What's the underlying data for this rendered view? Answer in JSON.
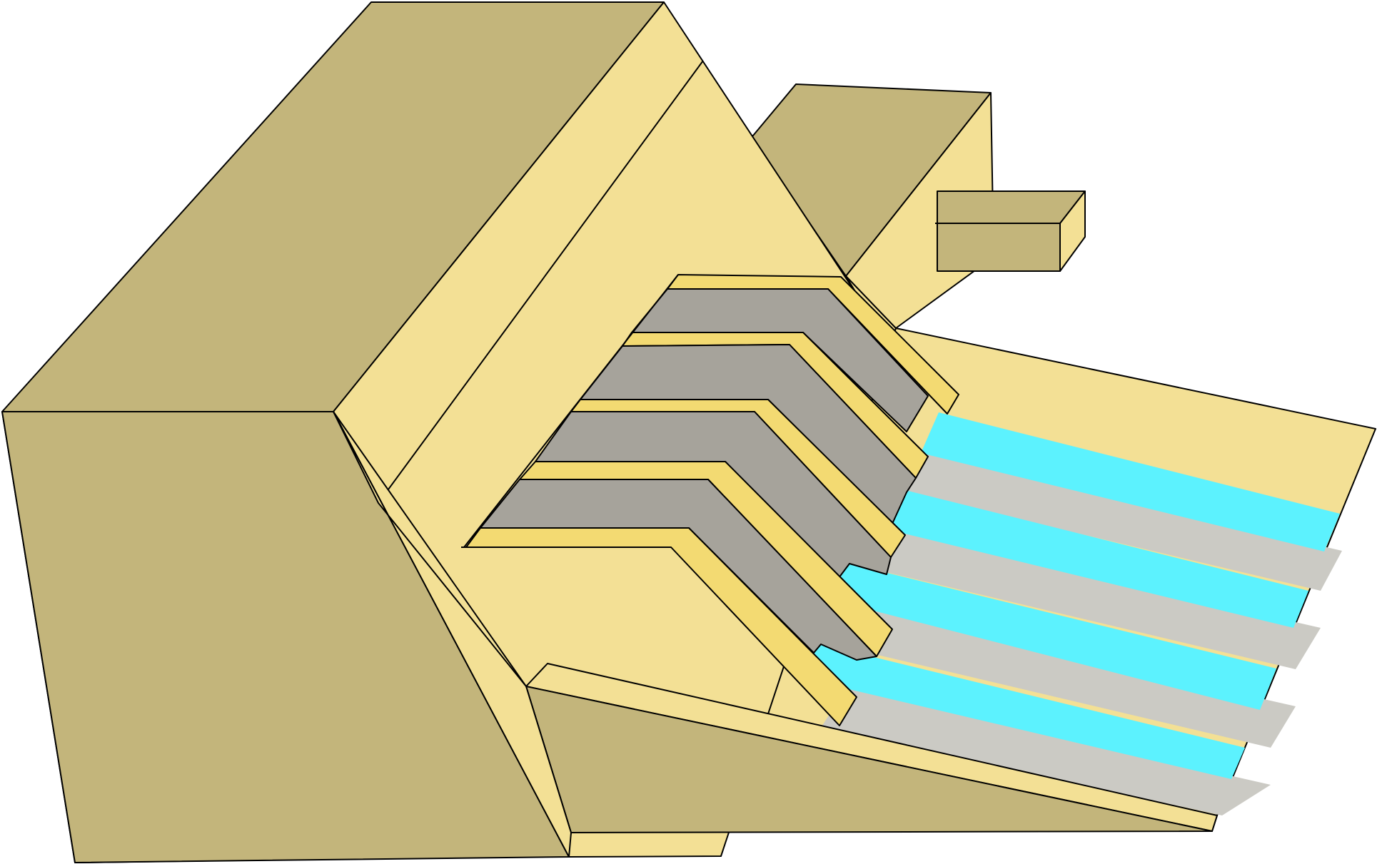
{
  "diagram": {
    "type": "cross-section-block-diagram",
    "text_labels": [],
    "colors": {
      "rock_face": "#c3b57b",
      "rock_top": "#f3e095",
      "strata_band": "#f3da72",
      "mined_out": "#a6a39b",
      "bench_floor": "#cbcac4",
      "water": "#5cf2fe",
      "outline": "#000000",
      "background": "#ffffff"
    },
    "bench_count": 4,
    "water_strip_count": 4
  }
}
